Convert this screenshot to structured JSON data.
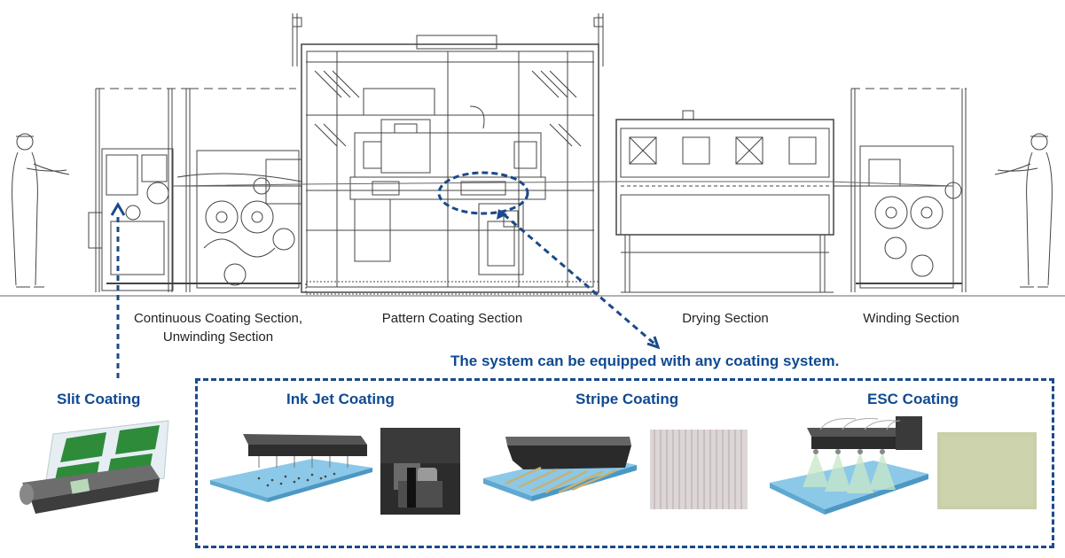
{
  "sections": {
    "continuous_line1": "Continuous Coating Section,",
    "continuous_line2": "Unwinding Section",
    "pattern": "Pattern Coating Section",
    "drying": "Drying Section",
    "winding": "Winding Section"
  },
  "note": "The system can be equipped with any coating system.",
  "coatings": {
    "slit": "Slit Coating",
    "inkjet": "Ink Jet Coating",
    "stripe": "Stripe Coating",
    "esc": "ESC Coating"
  },
  "colors": {
    "accent": "#0f4a91",
    "line_drawing": "#333333",
    "substrate_blue": "#8cc8e8",
    "coating_green": "#2e8b3a"
  }
}
